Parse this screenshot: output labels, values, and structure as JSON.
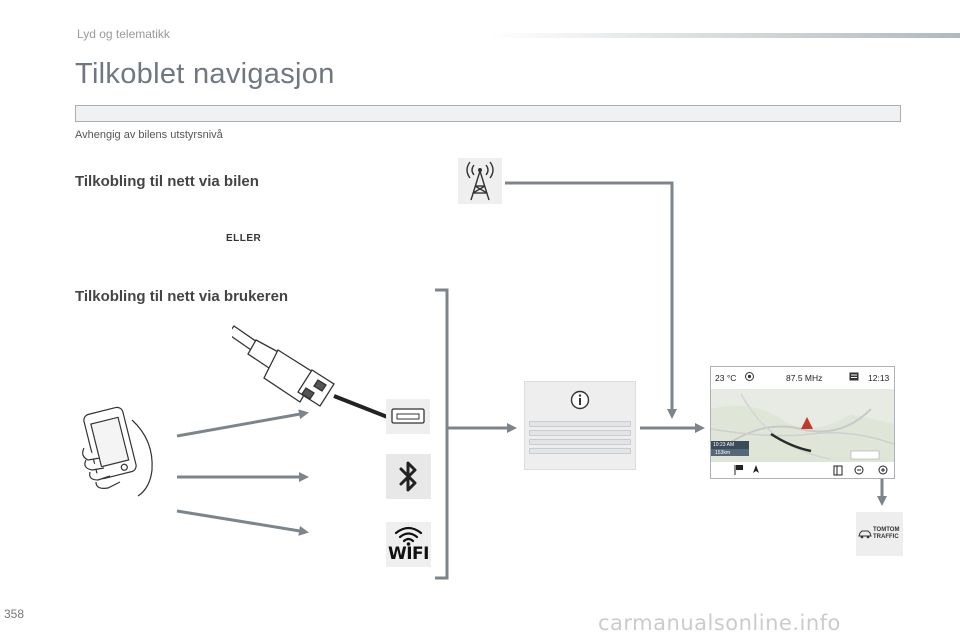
{
  "header": {
    "section_label": "Lyd og telematikk",
    "title": "Tilkoblet navigasjon",
    "subnote": "Avhengig av bilens utstyrsnivå"
  },
  "sections": {
    "car_heading": "Tilkobling til nett via bilen",
    "or_label": "ELLER",
    "user_heading": "Tilkobling til nett via brukeren"
  },
  "icons": {
    "antenna": "antenna-icon",
    "usb_plug": "usb-plug-icon",
    "usb_port": "usb-port-icon",
    "bluetooth": "bluetooth-icon",
    "wifi": "wifi-icon",
    "wifi_label": "WIFI",
    "phone": "smartphone-in-hand-icon",
    "info": "info-icon"
  },
  "screen": {
    "temperature": "23 °C",
    "frequency": "87.5 MHz",
    "clock": "12:13",
    "arrival_time": "10:23 AM",
    "distance": "153km"
  },
  "tomtom": {
    "line1": "TOMTOM",
    "line2": "TRAFFIC"
  },
  "footer": {
    "page_number": "358",
    "watermark": "carmanualsonline.info"
  },
  "colors": {
    "arrow": "#7d858c",
    "title_text": "#6f7780",
    "title_bar_border": "#a9aeb3"
  }
}
